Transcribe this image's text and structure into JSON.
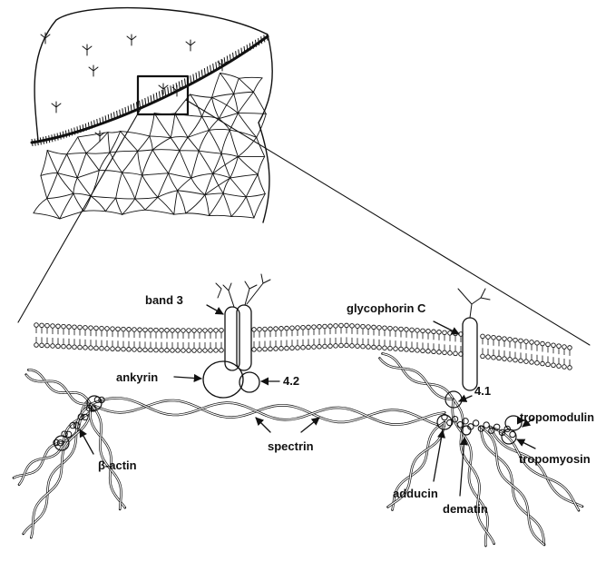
{
  "figure": {
    "labels": {
      "band3": "band 3",
      "glycophorin": "glycophorin C",
      "ankyrin": "ankyrin",
      "band42": "4.2",
      "band41": "4.1",
      "tropomodulin": "tropomodulin",
      "tropomyosin": "tropomyosin",
      "spectrin": "spectrin",
      "actin": "β-actin",
      "adducin": "adducin",
      "dematin": "dematin"
    },
    "colors": {
      "ink": "#111111",
      "paper": "#ffffff"
    }
  }
}
